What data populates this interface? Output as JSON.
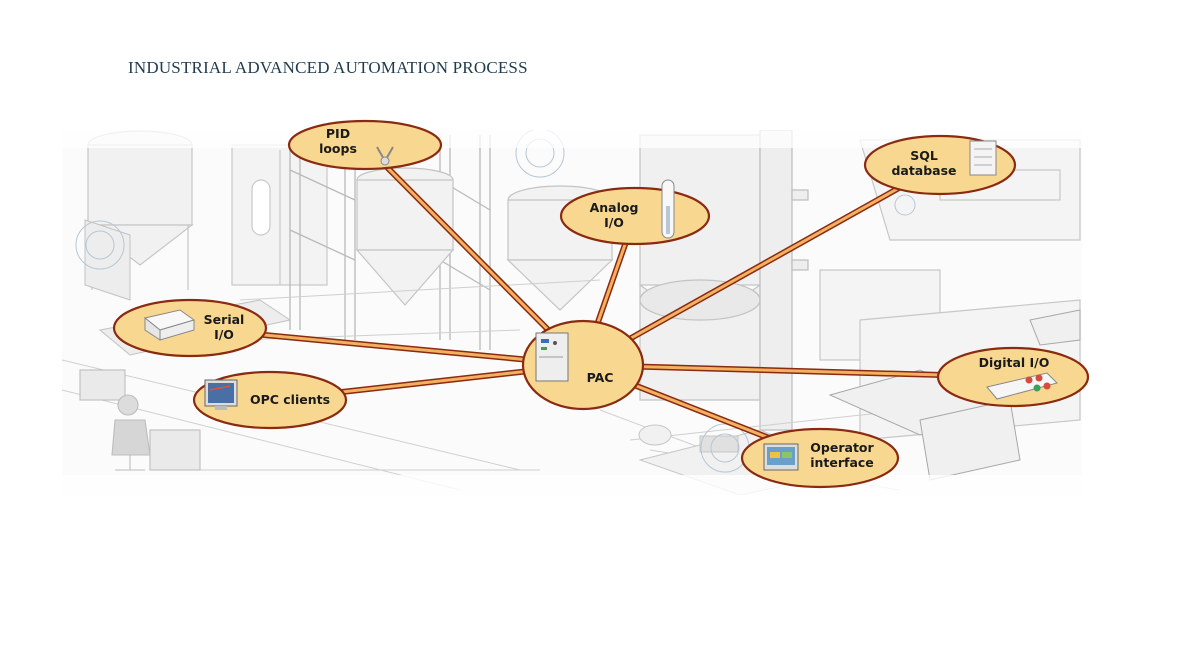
{
  "page": {
    "title": "INDUSTRIAL ADVANCED AUTOMATION PROCESS"
  },
  "colors": {
    "node_fill": "#f8d890",
    "node_stroke": "#8a2a10",
    "link_outer": "#8a2a10",
    "link_inner": "#f3b060",
    "scene_line": "#c9c9c9",
    "scene_fill": "#f3f3f3"
  },
  "hub": {
    "id": "pac",
    "label": [
      "PAC"
    ],
    "icon": "controller-icon"
  },
  "nodes": [
    {
      "id": "pid-loops",
      "label": [
        "PID",
        "loops"
      ],
      "icon": "sensor-icon"
    },
    {
      "id": "analog-io",
      "label": [
        "Analog",
        "I/O"
      ],
      "icon": "thermometer-icon"
    },
    {
      "id": "sql-database",
      "label": [
        "SQL",
        "database"
      ],
      "icon": "server-icon"
    },
    {
      "id": "serial-io",
      "label": [
        "Serial",
        "I/O"
      ],
      "icon": "serial-device-icon"
    },
    {
      "id": "opc-clients",
      "label": [
        "OPC clients"
      ],
      "icon": "monitor-icon"
    },
    {
      "id": "digital-io",
      "label": [
        "Digital I/O"
      ],
      "icon": "switch-panel-icon"
    },
    {
      "id": "operator-interface",
      "label": [
        "Operator",
        "interface"
      ],
      "icon": "touchscreen-icon"
    }
  ]
}
